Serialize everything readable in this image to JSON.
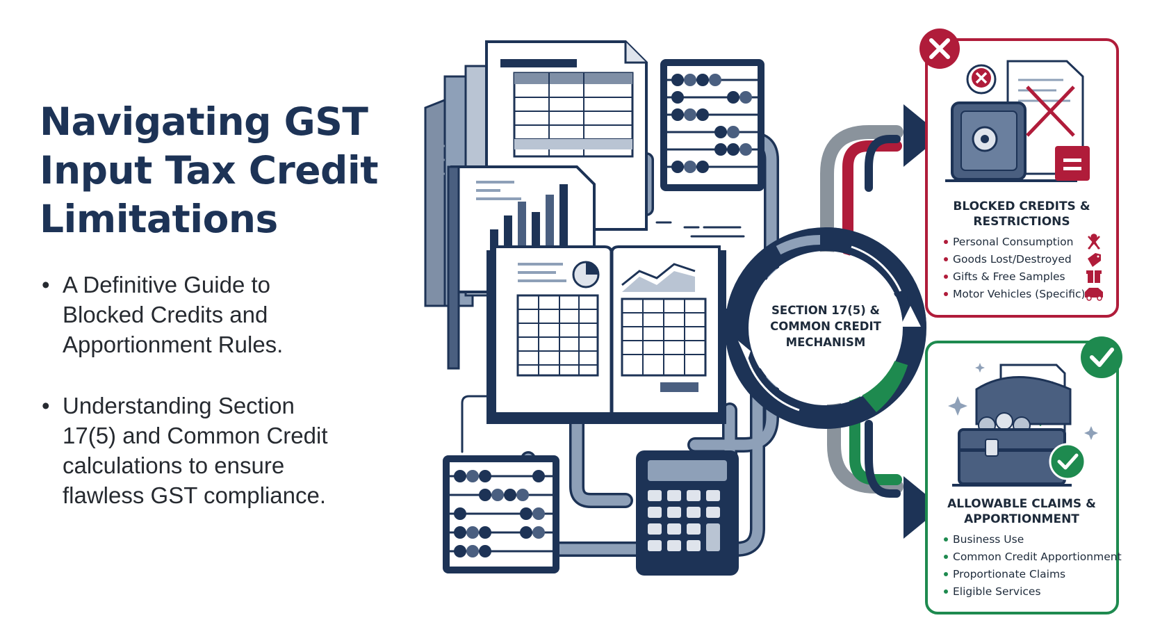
{
  "heading": {
    "title_lines": [
      "Navigating GST",
      "Input Tax Credit",
      "Limitations"
    ],
    "bullets": [
      [
        "A Definitive Guide to",
        "Blocked Credits and",
        "Apportionment Rules."
      ],
      [
        "Understanding Section",
        "17(5) and Common Credit",
        "calculations to ensure",
        "flawless GST compliance."
      ]
    ]
  },
  "center_hub": {
    "lines": [
      "SECTION 17(5) &",
      "COMMON CREDIT",
      "MECHANISM"
    ]
  },
  "blocked_card": {
    "title_lines": [
      "BLOCKED CREDITS &",
      "RESTRICTIONS"
    ],
    "items": [
      {
        "label": "Personal Consumption",
        "icon": "person-crossed-icon"
      },
      {
        "label": "Goods Lost/Destroyed",
        "icon": "broken-tag-icon"
      },
      {
        "label": "Gifts & Free Samples",
        "icon": "gift-icon"
      },
      {
        "label": "Motor Vehicles (Specific)",
        "icon": "car-icon"
      }
    ],
    "status_icon": "x-circle-icon",
    "colors": {
      "accent": "#b01c3a",
      "navy": "#1d3356"
    }
  },
  "allowable_card": {
    "title_lines": [
      "ALLOWABLE CLAIMS &",
      "APPORTIONMENT"
    ],
    "items": [
      {
        "label": "Business Use"
      },
      {
        "label": "Common Credit Apportionment"
      },
      {
        "label": "Proportionate Claims"
      },
      {
        "label": "Eligible Services"
      }
    ],
    "status_icon": "check-circle-icon",
    "colors": {
      "accent": "#1e8a4f"
    }
  },
  "illustration": {
    "icons": [
      "ledger-document-icon",
      "bar-chart-icon",
      "open-ledger-book-icon",
      "abacus-icon",
      "calculator-icon",
      "safe-icon",
      "treasure-chest-icon",
      "receipt-icon"
    ]
  }
}
